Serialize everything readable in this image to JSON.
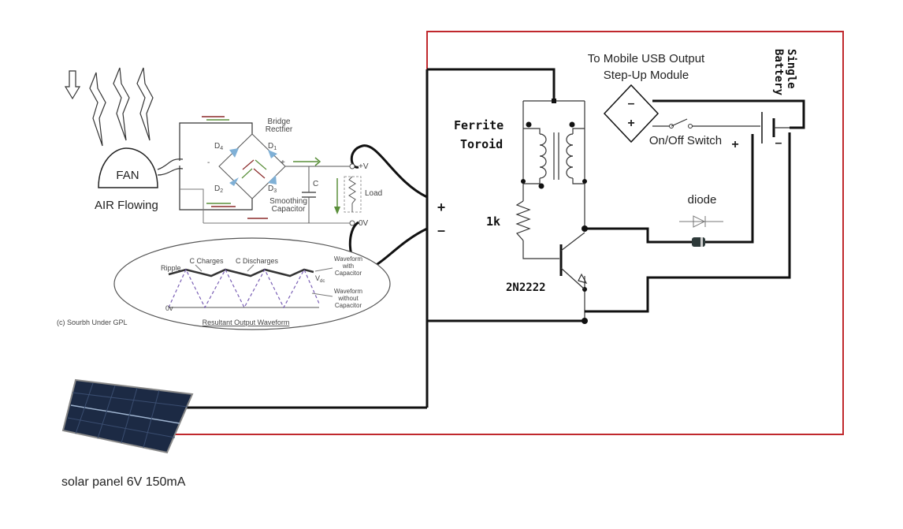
{
  "usb_module": {
    "line1": "To Mobile USB Output",
    "line2": "Step-Up Module",
    "minus": "–",
    "plus": "+"
  },
  "battery": {
    "line1": "Single",
    "line2": "Battery",
    "plus": "+",
    "minus": "–"
  },
  "switch_label": "On/Off Switch",
  "ferrite": {
    "line1": "Ferrite",
    "line2": "Toroid"
  },
  "resistor_label": "1k",
  "transistor_label": "2N2222",
  "diode_label": "diode",
  "input_terminals": {
    "plus": "+",
    "minus": "–"
  },
  "fan": {
    "label": "FAN",
    "caption": "AIR Flowing"
  },
  "rectifier": {
    "title_line1": "Bridge",
    "title_line2": "Rectfier",
    "d1": "D",
    "d1_sub": "1",
    "d2": "D",
    "d2_sub": "2",
    "d3": "D",
    "d3_sub": "3",
    "d4": "D",
    "d4_sub": "4",
    "minus": "-",
    "plus": "+",
    "cap": "C",
    "smoothing_line1": "Smoothing",
    "smoothing_line2": "Capacitor",
    "vplus": "+V",
    "zero_v": "0V",
    "load": "Load"
  },
  "waveform": {
    "ripple": "Ripple",
    "c_charges": "C Charges",
    "c_discharges": "C Discharges",
    "with_cap_1": "Waveform",
    "with_cap_2": "with",
    "with_cap_3": "Capacitor",
    "vdc": "V",
    "vdc_sub": "dc",
    "without_cap_1": "Waveform",
    "without_cap_2": "without",
    "without_cap_3": "Capacitor",
    "zero": "0v",
    "title": "Resultant Output Waveform"
  },
  "copyright": "(c) Sourbh Under GPL",
  "solar_label": "solar panel 6V 150mA",
  "colors": {
    "wire": "#111111",
    "return_wire": "#c0282d",
    "diode_blue": "#7fb0d6",
    "wave_purple": "#7a5fb5",
    "arrow_green": "#5a8f3a",
    "arrow_red": "#8b2a2a"
  }
}
